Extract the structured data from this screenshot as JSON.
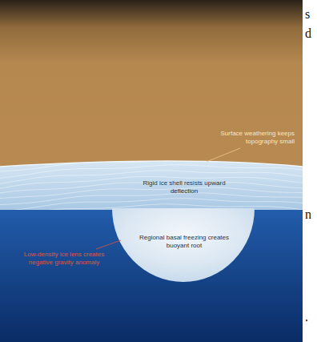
{
  "diagram": {
    "labels": [
      "Surface weathering keeps topography small",
      "Rigid ice shell resists upward deflection",
      "Regional basal freezing creates buoyant root",
      "Low-density ice lens creates negative gravity anomaly",
      "s",
      "d",
      "n",
      "."
    ]
  }
}
